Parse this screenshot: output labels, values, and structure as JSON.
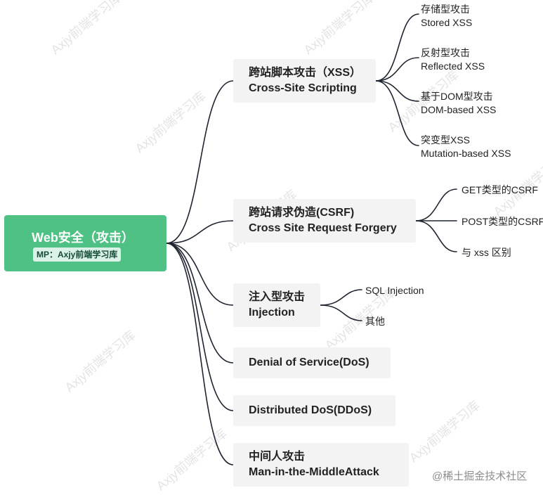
{
  "root": {
    "title": "Web安全（攻击）",
    "tag": "MP：Axjy前端学习库"
  },
  "branches": [
    {
      "line1": "跨站脚本攻击（XSS）",
      "line2": "Cross-Site Scripting",
      "children": [
        {
          "line1": "存储型攻击",
          "line2": "Stored XSS"
        },
        {
          "line1": "反射型攻击",
          "line2": "Reflected XSS"
        },
        {
          "line1": "基于DOM型攻击",
          "line2": "DOM-based XSS"
        },
        {
          "line1": "突变型XSS",
          "line2": "Mutation-based XSS"
        }
      ]
    },
    {
      "line1": "跨站请求伪造(CSRF)",
      "line2": "Cross Site Request Forgery",
      "children": [
        {
          "line1": "GET类型的CSRF"
        },
        {
          "line1": "POST类型的CSRF"
        },
        {
          "line1": "与 xss 区别"
        }
      ]
    },
    {
      "line1": "注入型攻击",
      "line2": "Injection",
      "children": [
        {
          "line1": "SQL Injection"
        },
        {
          "line1": "其他"
        }
      ]
    },
    {
      "line1": "Denial of Service(DoS)"
    },
    {
      "line1": "Distributed DoS(DDoS)"
    },
    {
      "line1": "中间人攻击",
      "line2": "Man-in-the-MiddleAttack"
    }
  ],
  "watermark": "Axjy前端学习库",
  "footer": "@稀土掘金技术社区",
  "colors": {
    "root": "#50c184",
    "node": "#f3f3f3",
    "line": "#1f2430"
  }
}
